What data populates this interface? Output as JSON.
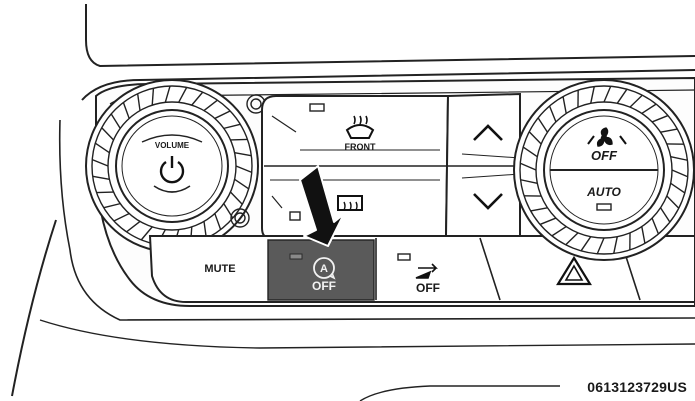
{
  "controls": {
    "volume_knob": {
      "label": "VOLUME",
      "icon": "power-icon"
    },
    "mute_button": {
      "label": "MUTE"
    },
    "front_defrost": {
      "label": "FRONT",
      "icon": "front-defrost-icon"
    },
    "rear_defrost": {
      "icon": "rear-defrost-icon"
    },
    "auto_stop_start_off": {
      "letter": "A",
      "label": "OFF",
      "icon": "auto-stop-start-icon",
      "highlighted": true
    },
    "recirculation_off": {
      "label": "OFF",
      "icon": "recirculation-icon"
    },
    "temperature_up": {
      "icon": "chevron-up-icon"
    },
    "temperature_down": {
      "icon": "chevron-down-icon"
    },
    "climate_knob": {
      "fan_label": "OFF",
      "fan_icon": "fan-icon",
      "auto_label": "AUTO"
    },
    "hazard_button": {
      "icon": "hazard-triangle-icon"
    }
  },
  "callout_arrow": {
    "icon": "arrow-icon",
    "target": "auto_stop_start_off"
  },
  "part_code": "0613123729US"
}
